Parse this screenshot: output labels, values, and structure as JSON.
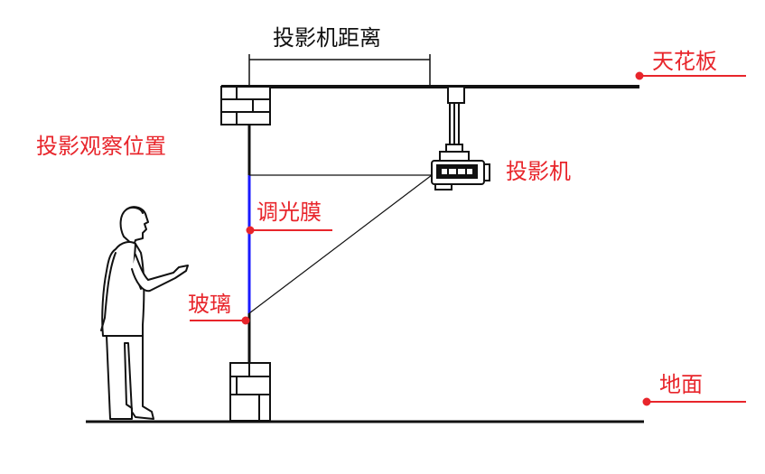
{
  "labels": {
    "projector_distance": "投影机距离",
    "ceiling": "天花板",
    "viewing_position": "投影观察位置",
    "projector": "投影机",
    "dimming_film": "调光膜",
    "glass": "玻璃",
    "floor": "地面"
  },
  "colors": {
    "annotation": "#e8252b",
    "line": "#111111",
    "film": "#1a1aff",
    "background": "#ffffff"
  }
}
